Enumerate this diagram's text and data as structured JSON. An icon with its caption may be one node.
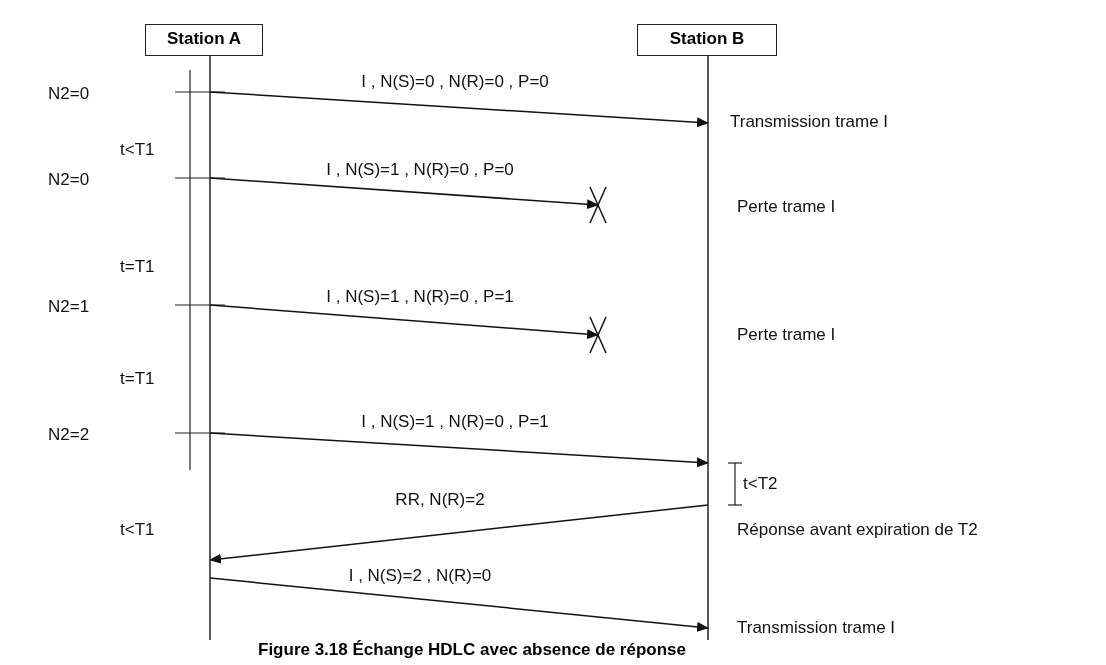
{
  "diagram": {
    "caption": "Figure 3.18 Échange HDLC avec absence de réponse",
    "nodes": [
      {
        "text": [
          "Station A"
        ]
      },
      {
        "text": [
          "Station B"
        ]
      }
    ],
    "edges": [
      {
        "from": 0,
        "to": 1,
        "arrow": "to",
        "label": "I , N(S)=0 , N(R)=0 , P=0"
      },
      {
        "from": 0,
        "to": null,
        "arrow": "to",
        "label": "I , N(S)=1 , N(R)=0 , P=0"
      },
      {
        "from": 0,
        "to": null,
        "arrow": "to",
        "label": "I , N(S)=1 , N(R)=0 , P=1"
      },
      {
        "from": 0,
        "to": 1,
        "arrow": "to",
        "label": "I , N(S)=1 , N(R)=0 , P=1"
      },
      {
        "from": 1,
        "to": 0,
        "arrow": "to",
        "label": "RR, N(R)=2"
      },
      {
        "from": 0,
        "to": 1,
        "arrow": "to",
        "label": "I , N(S)=2 , N(R)=0"
      }
    ],
    "labels": [
      "N2=0",
      "t<T1",
      "N2=0",
      "t=T1",
      "N2=1",
      "t=T1",
      "N2=2",
      "t<T1",
      "t<T2",
      "Transmission trame I",
      "Perte trame I",
      "Perte trame I",
      "Réponse avant expiration de T2",
      "Transmission trame I"
    ]
  }
}
